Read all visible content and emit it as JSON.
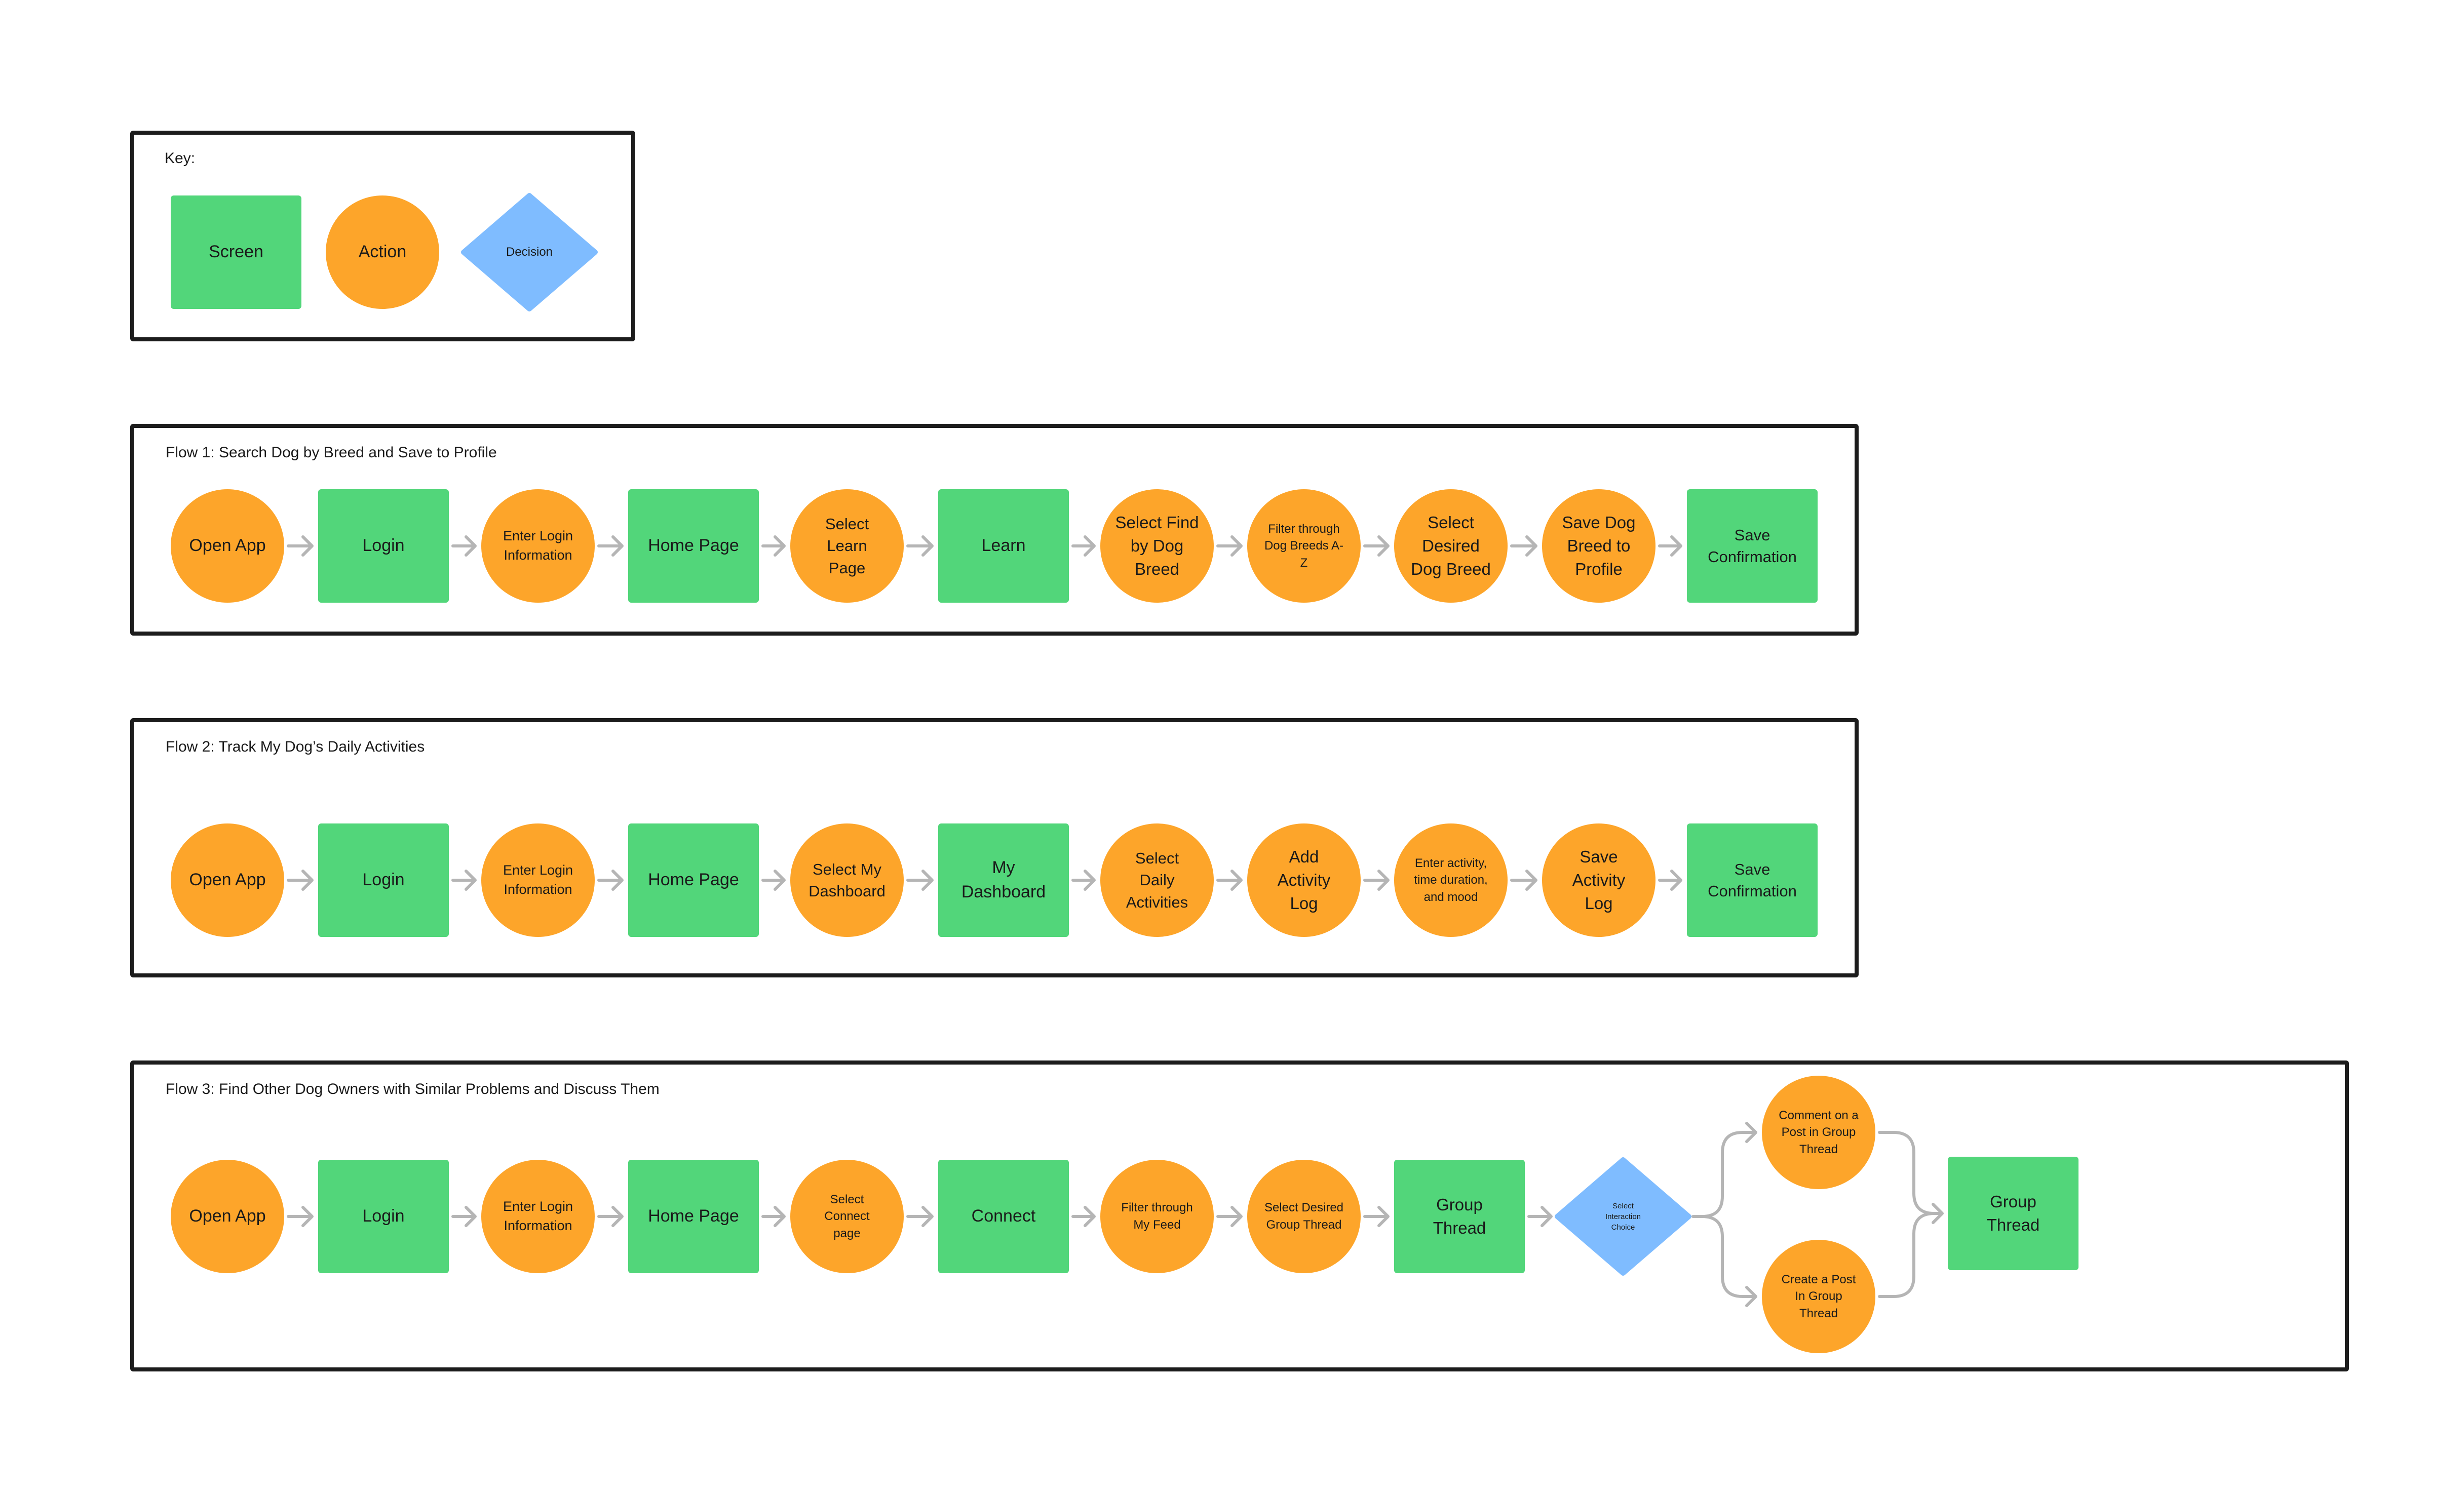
{
  "colors": {
    "screen": "#52d67a",
    "action": "#fda52a",
    "decision": "#7fbcff",
    "frame_border": "#1c1c1c",
    "arrow": "#b5b5b5"
  },
  "key": {
    "title": "Key:",
    "screen_label": "Screen",
    "action_label": "Action",
    "decision_label": "Decision"
  },
  "flow1": {
    "title": "Flow 1: Search Dog by Breed and Save to Profile",
    "steps": [
      {
        "type": "action",
        "label": "Open App"
      },
      {
        "type": "screen",
        "label": "Login"
      },
      {
        "type": "action",
        "label": "Enter Login Information"
      },
      {
        "type": "screen",
        "label": "Home Page"
      },
      {
        "type": "action",
        "label": "Select Learn Page"
      },
      {
        "type": "screen",
        "label": "Learn"
      },
      {
        "type": "action",
        "label": "Select Find by Dog Breed"
      },
      {
        "type": "action",
        "label": "Filter through Dog Breeds A-Z"
      },
      {
        "type": "action",
        "label": "Select Desired Dog Breed"
      },
      {
        "type": "action",
        "label": "Save Dog Breed to Profile"
      },
      {
        "type": "screen",
        "label": "Save Confirmation"
      }
    ]
  },
  "flow2": {
    "title": "Flow 2: Track My Dog’s Daily Activities",
    "steps": [
      {
        "type": "action",
        "label": "Open App"
      },
      {
        "type": "screen",
        "label": "Login"
      },
      {
        "type": "action",
        "label": "Enter Login Information"
      },
      {
        "type": "screen",
        "label": "Home Page"
      },
      {
        "type": "action",
        "label": "Select My Dashboard"
      },
      {
        "type": "screen",
        "label": "My Dashboard"
      },
      {
        "type": "action",
        "label": "Select Daily Activities"
      },
      {
        "type": "action",
        "label": "Add Activity Log"
      },
      {
        "type": "action",
        "label": "Enter activity, time duration, and mood"
      },
      {
        "type": "action",
        "label": "Save Activity Log"
      },
      {
        "type": "screen",
        "label": "Save Confirmation"
      }
    ]
  },
  "flow3": {
    "title": "Flow 3: Find Other Dog Owners with Similar Problems and Discuss Them",
    "steps": [
      {
        "type": "action",
        "label": "Open App"
      },
      {
        "type": "screen",
        "label": "Login"
      },
      {
        "type": "action",
        "label": "Enter Login Information"
      },
      {
        "type": "screen",
        "label": "Home Page"
      },
      {
        "type": "action",
        "label": "Select Connect page"
      },
      {
        "type": "screen",
        "label": "Connect"
      },
      {
        "type": "action",
        "label": "Filter through My Feed"
      },
      {
        "type": "action",
        "label": "Select Desired Group Thread"
      },
      {
        "type": "screen",
        "label": "Group Thread"
      }
    ],
    "decision": {
      "type": "decision",
      "label": "Select Interaction Choice"
    },
    "branch_top": {
      "type": "action",
      "label": "Comment on a Post in Group Thread"
    },
    "branch_bottom": {
      "type": "action",
      "label": "Create a Post In Group Thread"
    },
    "end": {
      "type": "screen",
      "label": "Group Thread"
    }
  }
}
